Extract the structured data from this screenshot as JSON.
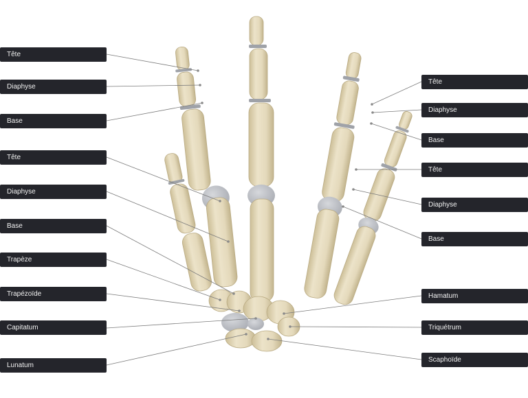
{
  "colors": {
    "bone": "#e6dcc0",
    "bone_shadow": "#c9bb96",
    "cartilage": "#b9bcc2",
    "leader_line": "#7a7a7a",
    "label_bg": "#24252b",
    "label_text": "#f2f2f2"
  },
  "labels_left": [
    {
      "id": "l-tete-1",
      "text": "Tête"
    },
    {
      "id": "l-diaphyse-1",
      "text": "Diaphyse"
    },
    {
      "id": "l-base-1",
      "text": "Base"
    },
    {
      "id": "l-tete-2",
      "text": "Tête"
    },
    {
      "id": "l-diaphyse-2",
      "text": "Diaphyse"
    },
    {
      "id": "l-base-2",
      "text": "Base"
    },
    {
      "id": "l-trapeze",
      "text": "Trapèze"
    },
    {
      "id": "l-trapezoide",
      "text": "Trapézoïde"
    },
    {
      "id": "l-capitatum",
      "text": "Capitatum"
    },
    {
      "id": "l-lunatum",
      "text": "Lunatum"
    }
  ],
  "labels_right": [
    {
      "id": "r-tete-1",
      "text": "Tête"
    },
    {
      "id": "r-diaphyse-1",
      "text": "Diaphyse"
    },
    {
      "id": "r-base-1",
      "text": "Base"
    },
    {
      "id": "r-tete-2",
      "text": "Tête"
    },
    {
      "id": "r-diaphyse-2",
      "text": "Diaphyse"
    },
    {
      "id": "r-base-2",
      "text": "Base"
    },
    {
      "id": "r-hamatum",
      "text": "Hamatum"
    },
    {
      "id": "r-triquetrum",
      "text": "Triquétrum"
    },
    {
      "id": "r-scaphoide",
      "text": "Scaphoïde"
    }
  ]
}
